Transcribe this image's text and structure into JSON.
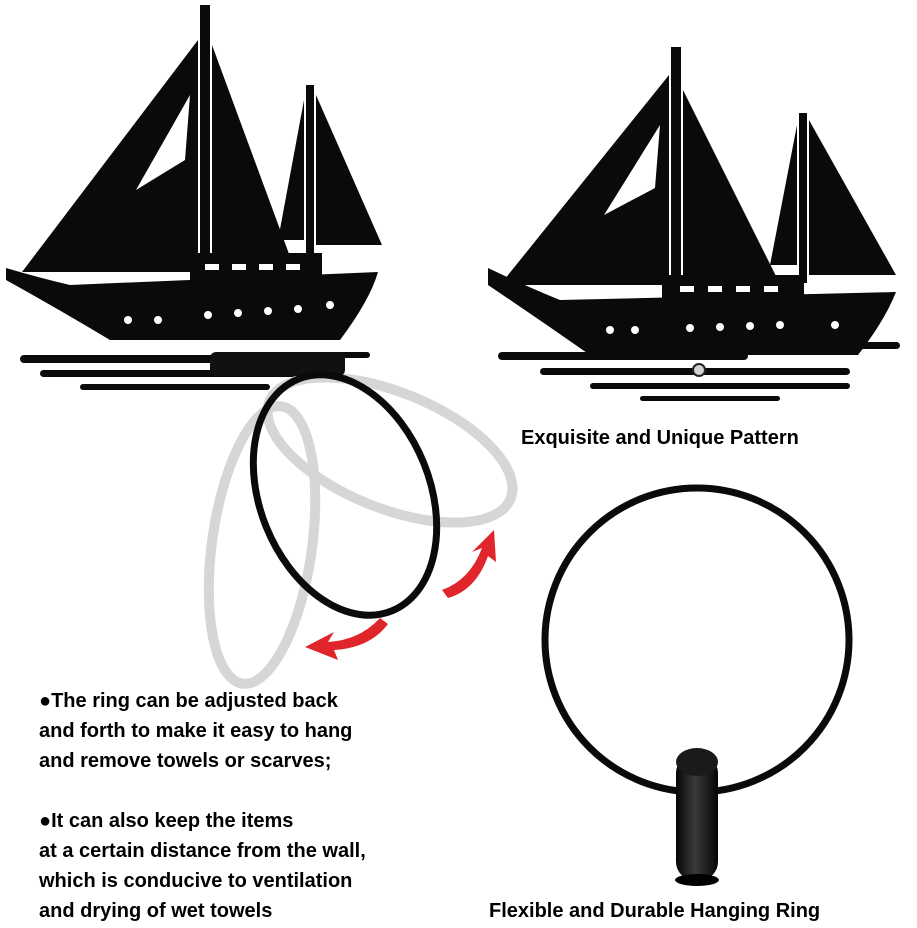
{
  "captions": {
    "pattern": "Exquisite and Unique Pattern",
    "ring": "Flexible and Durable Hanging Ring"
  },
  "bullets": [
    {
      "lines": [
        "●The ring can be adjusted back",
        "and forth to make it easy to hang",
        "and remove towels or scarves;"
      ]
    },
    {
      "lines": [
        "●It can also keep the items",
        "at a certain distance from the wall,",
        "which is conducive to ventilation",
        "and drying of wet towels"
      ]
    }
  ],
  "colors": {
    "metal": "#0a0a0a",
    "ghost_ring": "#d6d6d6",
    "arrow": "#e0252b",
    "text": "#000000"
  }
}
